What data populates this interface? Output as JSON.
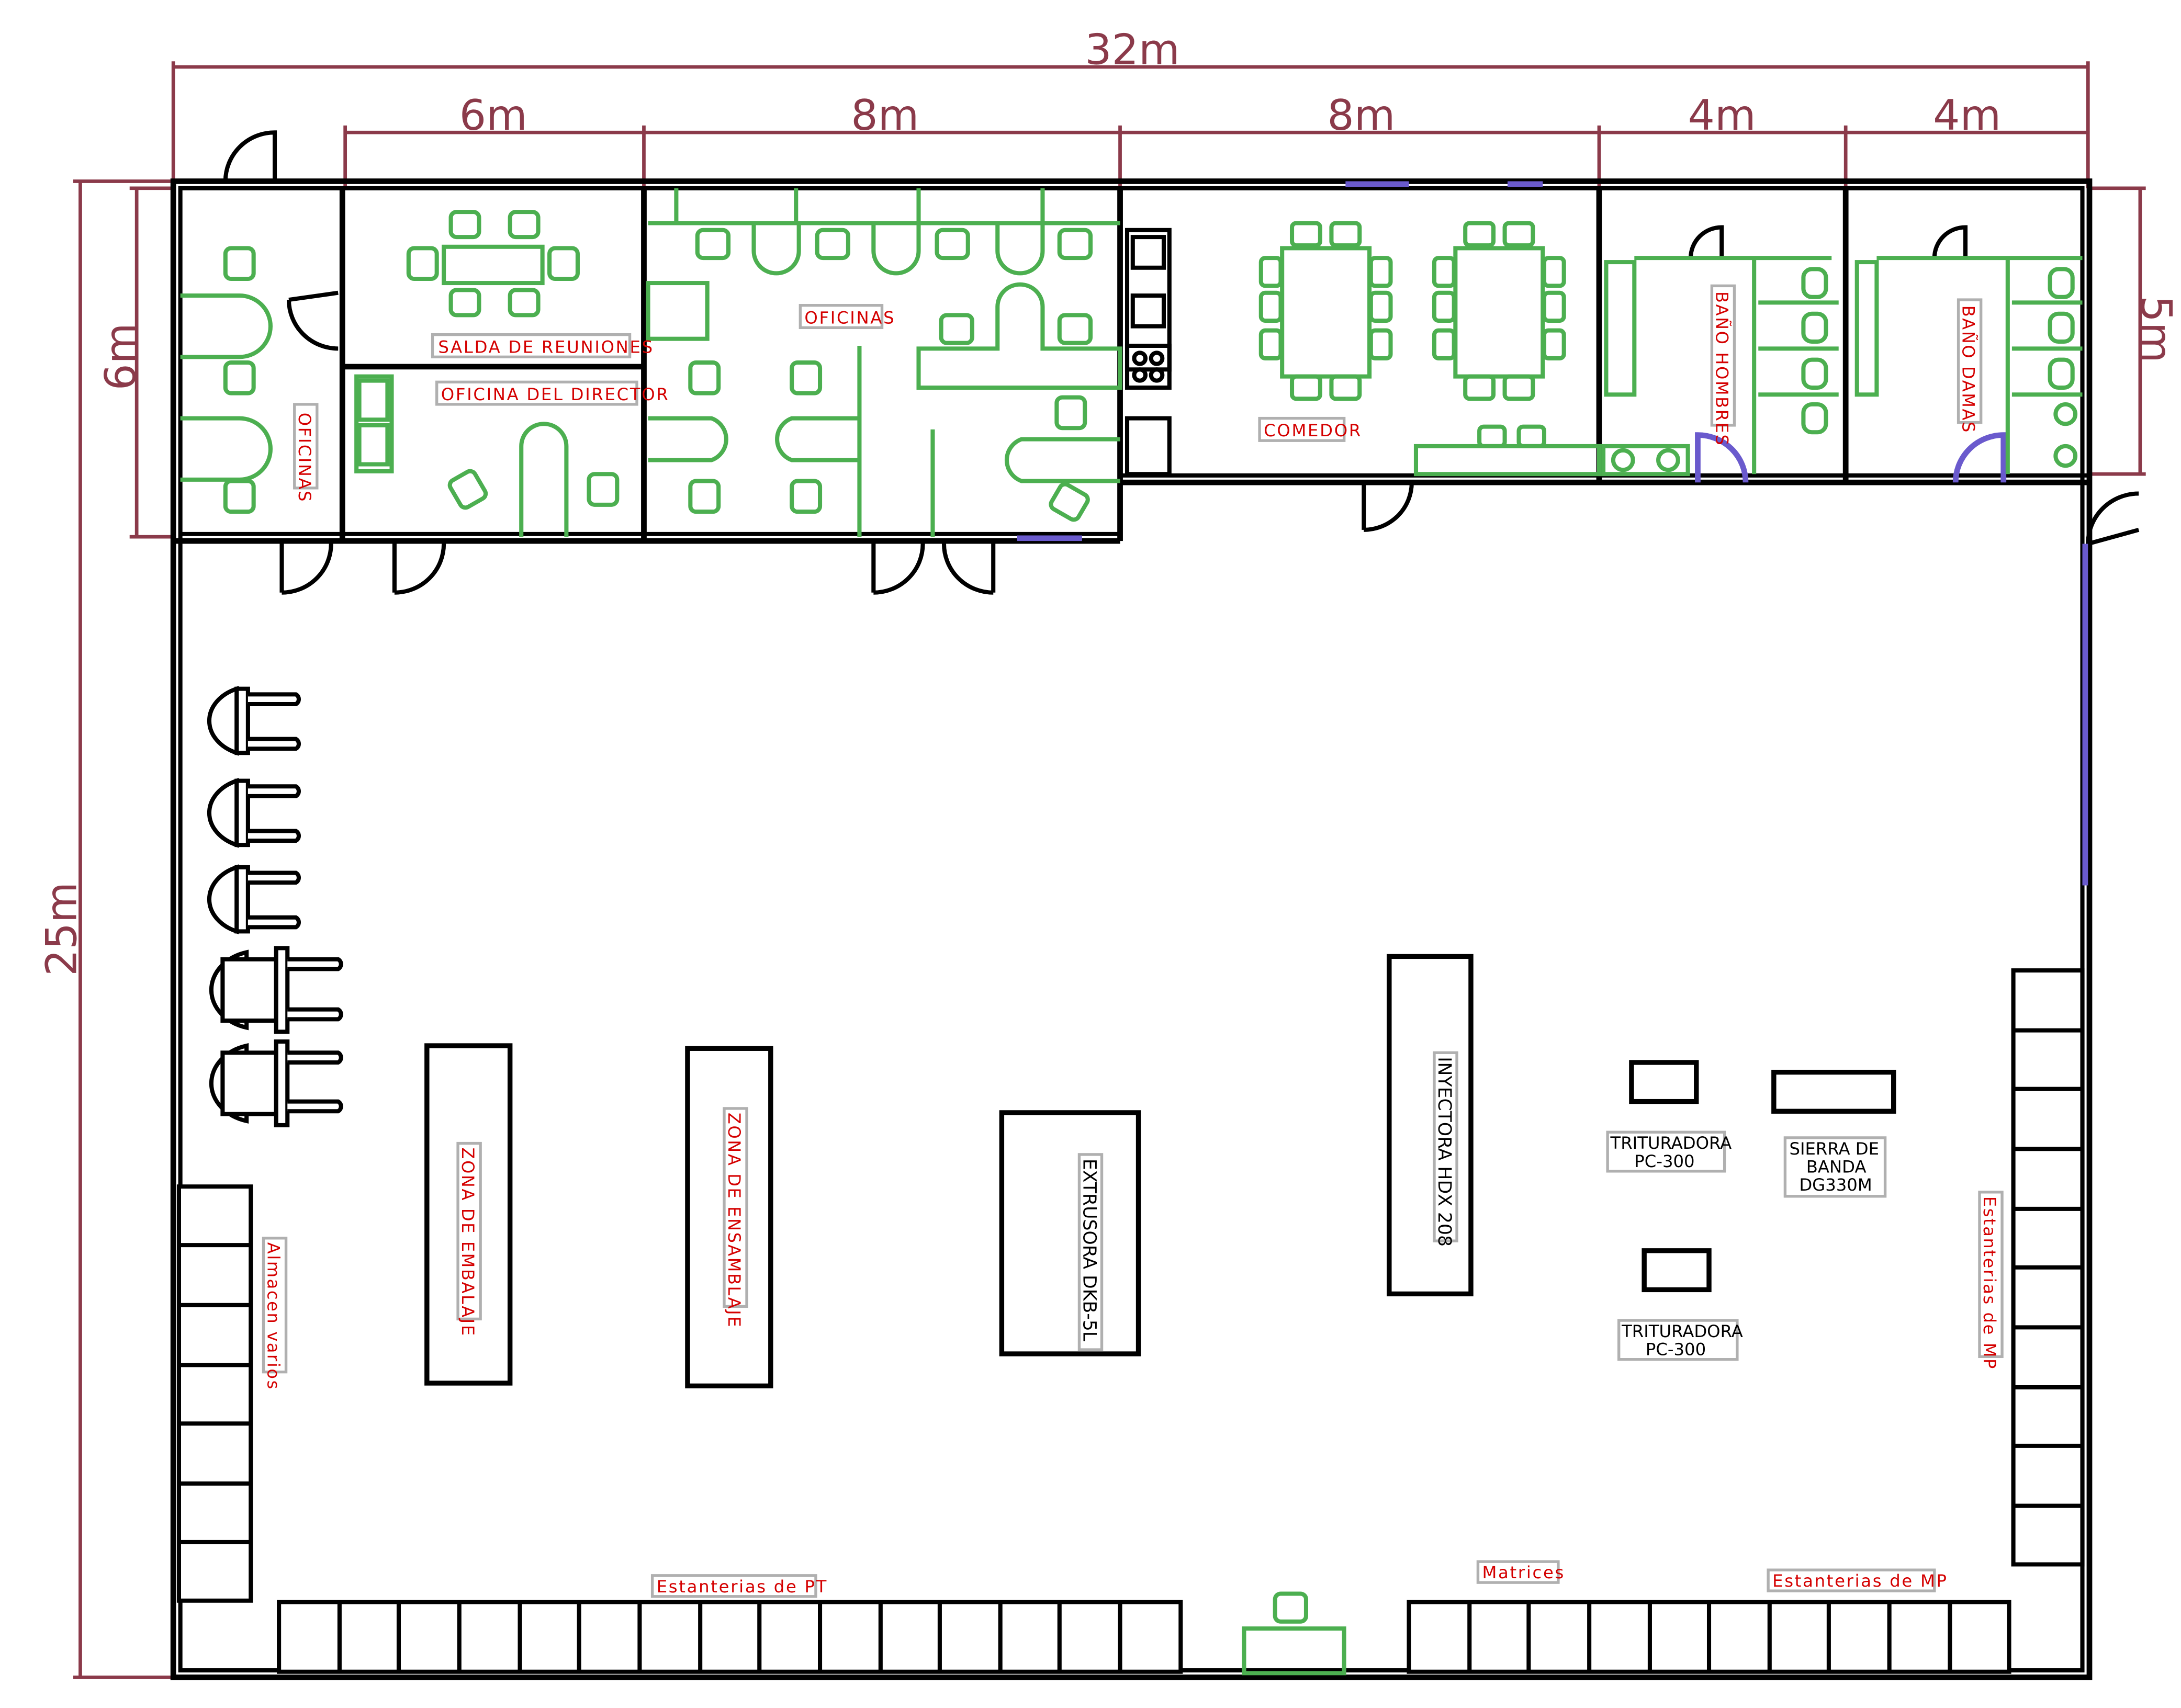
{
  "dimensions": {
    "overall_width": "32m",
    "overall_depth": "25m",
    "segment_1": "6m",
    "segment_2": "8m",
    "segment_3": "8m",
    "segment_4": "4m",
    "segment_5": "4m",
    "office_depth": "6m",
    "restroom_depth": "5m"
  },
  "rooms": {
    "oficinas_left": "OFICINAS",
    "sala_reuniones": "SALDA DE REUNIONES",
    "oficina_director": "OFICINA DEL DIRECTOR",
    "oficinas_center": "OFICINAS",
    "comedor": "COMEDOR",
    "bano_hombres": "BAÑO HOMBRES",
    "bano_damas": "BAÑO DAMAS"
  },
  "zones": {
    "embalaje": "ZONA DE EMBALAJE",
    "ensamblaje": "ZONA DE ENSAMBLAJE",
    "almacen": "Almacen varios",
    "estanterias_pt": "Estanterias de PT",
    "matrices": "Matrices",
    "estanterias_mp_bottom": "Estanterias de MP",
    "estanterias_mp_right": "Estanterias de MP"
  },
  "machines": {
    "extrusora": "EXTRUSORA DKB-5L",
    "inyectora": "INYECTORA HDX 208",
    "trituradora_1_line1": "TRITURADORA",
    "trituradora_1_line2": "PC-300",
    "trituradora_2_line1": "TRITURADORA",
    "trituradora_2_line2": "PC-300",
    "sierra_line1": "SIERRA DE",
    "sierra_line2": "BANDA",
    "sierra_line3": "DG330M"
  },
  "colors": {
    "walls": "#000000",
    "furniture": "#4caf50",
    "dimension": "#8b3a4a",
    "labels": "#d40000",
    "windows": "#6a5acd"
  }
}
